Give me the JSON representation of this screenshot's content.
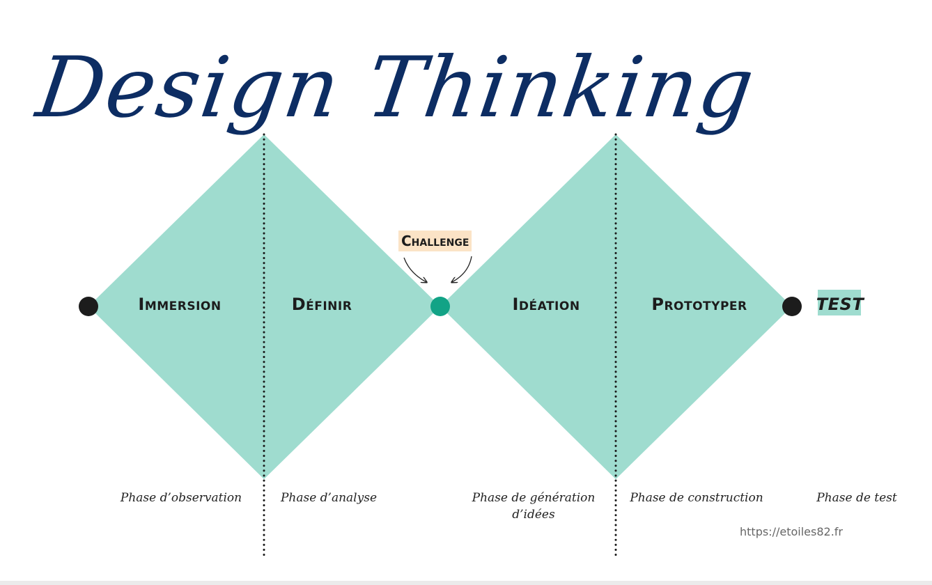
{
  "title": "Design Thinking",
  "colors": {
    "diamond": "#9fdccf",
    "title": "#0d2d63",
    "endpoint": "#1c1c1c",
    "center_point": "#12a386",
    "challenge_highlight": "#fbe3c6",
    "test_highlight": "#9fdccf"
  },
  "phases": [
    {
      "label": "Immersion",
      "caption": "Phase d’observation"
    },
    {
      "label": "Définir",
      "caption": "Phase d’analyse"
    },
    {
      "label": "Idéation",
      "caption": "Phase de génération d’idées"
    },
    {
      "label": "Prototyper",
      "caption": "Phase de construction"
    },
    {
      "label": "TEST",
      "caption": "Phase de test"
    }
  ],
  "challenge_label": "Challenge",
  "url": "https://etoiles82.fr"
}
